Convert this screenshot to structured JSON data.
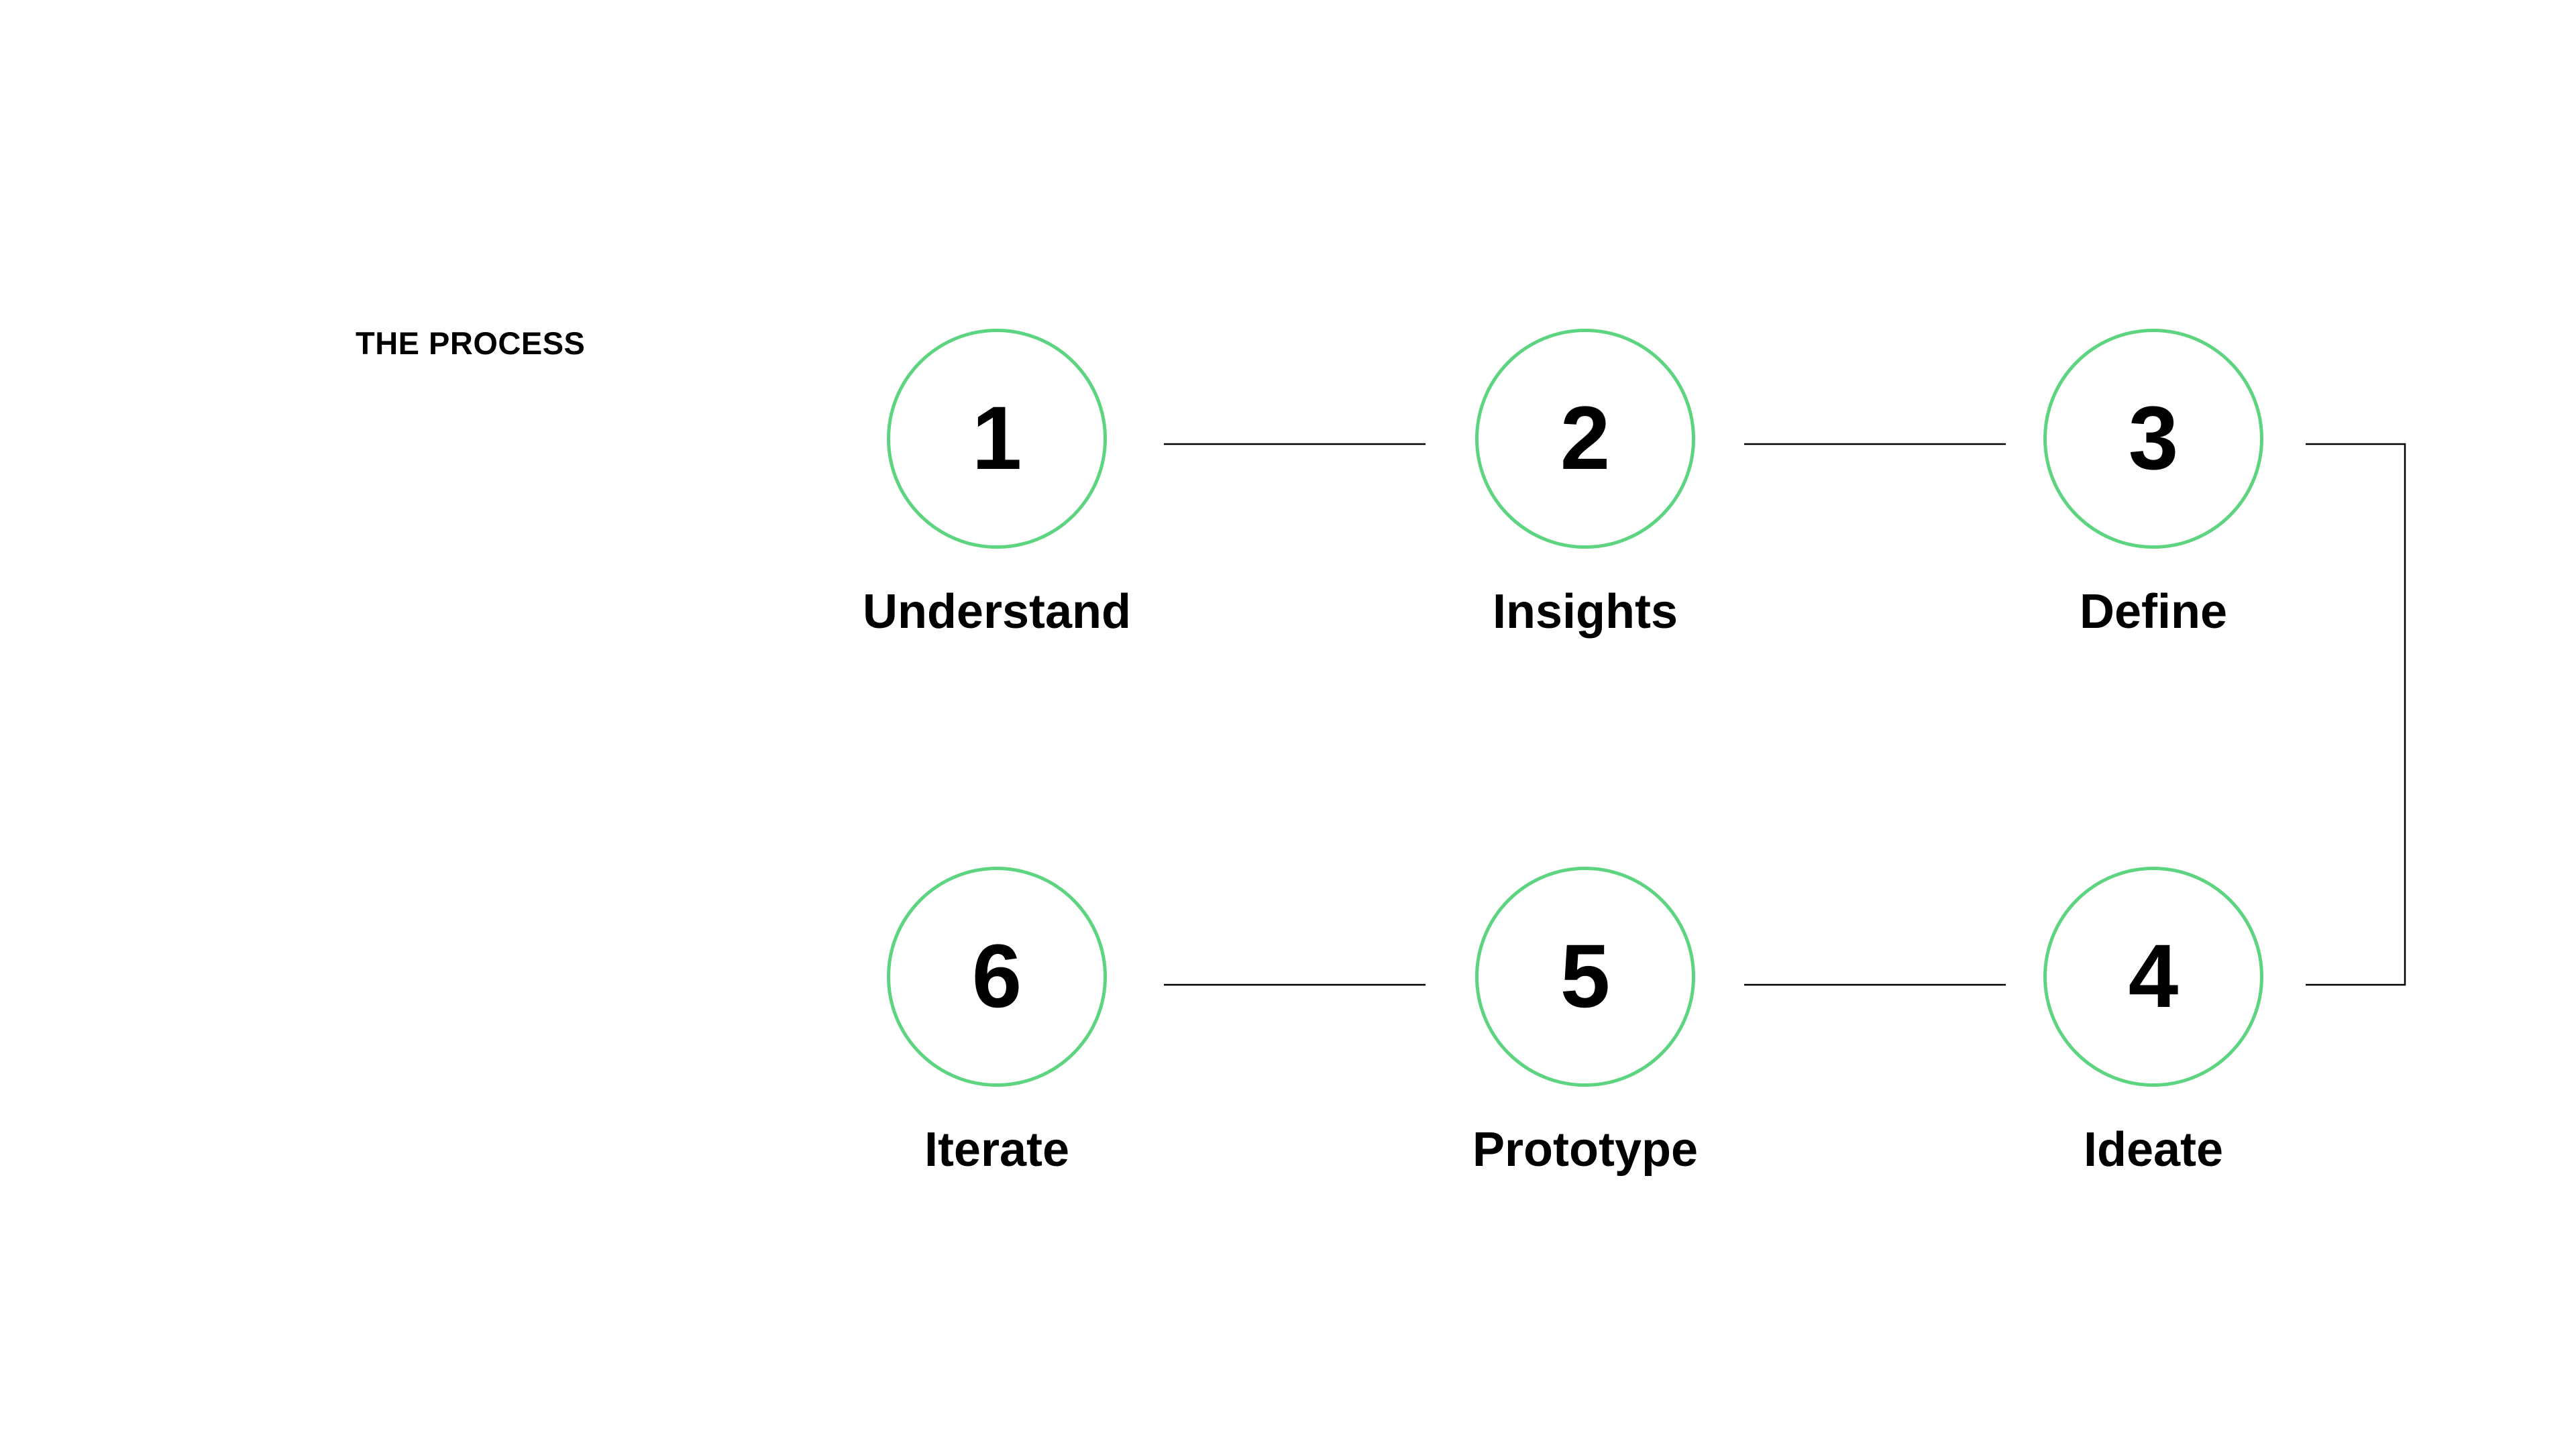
{
  "title": "THE PROCESS",
  "colors": {
    "circle_stroke": "#5dd47f",
    "connector": "#000000",
    "text": "#000000"
  },
  "steps": [
    {
      "number": "1",
      "label": "Understand"
    },
    {
      "number": "2",
      "label": "Insights"
    },
    {
      "number": "3",
      "label": "Define"
    },
    {
      "number": "4",
      "label": "Ideate"
    },
    {
      "number": "5",
      "label": "Prototype"
    },
    {
      "number": "6",
      "label": "Iterate"
    }
  ],
  "connections": [
    {
      "from": "1",
      "to": "2"
    },
    {
      "from": "2",
      "to": "3"
    },
    {
      "from": "3",
      "to": "4"
    },
    {
      "from": "4",
      "to": "5"
    },
    {
      "from": "5",
      "to": "6"
    }
  ]
}
